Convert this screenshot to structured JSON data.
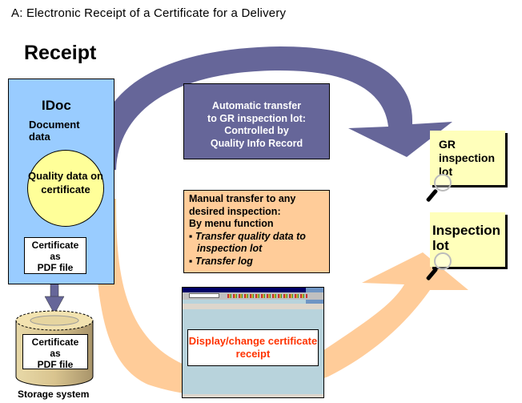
{
  "title": "A: Electronic Receipt of a Certificate for a Delivery",
  "section_heading": "Receipt",
  "colors": {
    "auto_flow": "#666699",
    "manual_flow": "#ffcc99",
    "idoc_bg": "#99ccff",
    "quality_circle": "#ffff99",
    "note_bg": "#ffffbb",
    "display_text": "#ff3300"
  },
  "idoc": {
    "label": "IDoc",
    "document_data": "Document data",
    "quality_data": "Quality data on certificate",
    "certificate": [
      "Certificate",
      "as",
      "PDF file"
    ]
  },
  "storage": {
    "certificate": [
      "Certificate",
      "as",
      "PDF file"
    ],
    "label": "Storage system"
  },
  "auto_transfer": {
    "lines": [
      "Automatic transfer",
      "to GR inspection lot:",
      "Controlled by",
      "Quality Info Record"
    ]
  },
  "manual_transfer": {
    "lines": [
      "Manual transfer to any",
      "desired inspection:",
      "By menu function"
    ],
    "bullets": [
      "Transfer quality data to inspection lot",
      "Transfer log"
    ]
  },
  "sap_screen": {
    "label": "Display/change certificate receipt"
  },
  "targets": {
    "gr_lot": "GR inspection lot",
    "inspection_lot": "Inspection lot"
  }
}
